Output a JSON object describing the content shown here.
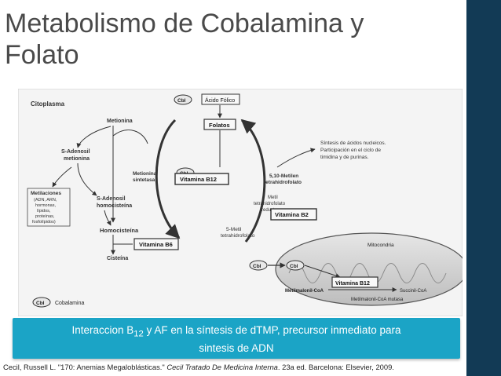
{
  "slide": {
    "title": "Metabolismo de Cobalamina y Folato",
    "colors": {
      "right_bar": "#123a55",
      "caption_bg": "#1ba4c6",
      "title_text": "#4a4a4a"
    }
  },
  "diagram": {
    "citoplasma": "Citoplasma",
    "metionina": "Metionina",
    "s_adenosil_metionina": [
      "S-Adenosil",
      "metionina"
    ],
    "s_adenosil_homocisteina": [
      "S-Adenosil",
      "homocisteína"
    ],
    "metilaciones": [
      "Metilaciones",
      "(ADN, ARN,",
      "hormonas,",
      "lípidos,",
      "proteínas,",
      "fosfolípidos)"
    ],
    "metionina_sintetasa": [
      "Metionina",
      "sintetasa"
    ],
    "homocisteina": "Homocisteína",
    "cisteina": "Cisteína",
    "vitamina_b6": "Vitamina B6",
    "vitamina_b12": "Vitamina B12",
    "vitamina_b2": "Vitamina B2",
    "cbl": "Cbl",
    "acido_folico": "Ácido Fólico",
    "folatos": "Folatos",
    "sintesis_acidos": [
      "Síntesis de ácidos nucleicos.",
      "Participación en el ciclo de",
      "timidina y de purinas."
    ],
    "metilen": [
      "5,10-Metilen",
      "tetrahidrofolato"
    ],
    "metil_reductasa": [
      "Metil",
      "tetrahidrofolato",
      "reductasa"
    ],
    "metil_5": [
      "5-Metil",
      "tetrahidrofolato"
    ],
    "mitocondria": "Mitocondria",
    "vitamina_b12_mito": "Vitamina B12",
    "succinil_coa": "Succinil-CoA",
    "metilmalonil_coa": "Metilmalonil-CoA",
    "metilmalonil_mutasa": "Metilmalonil-CoA mutasa",
    "cobalamina": "Cobalamina"
  },
  "caption": {
    "line1_prefix": "Interaccion B",
    "line1_sub": "12",
    "line1_suffix": " y AF en la síntesis de dTMP, precursor inmediato para",
    "line2": "sintesis de ADN"
  },
  "citation": {
    "prefix": "Cecil, Russell L. \"170: Anemias Megaloblásticas.\" ",
    "italic": "Cecil Tratado De Medicina Interna",
    "suffix": ". 23a ed. Barcelona: Elsevier, 2009."
  }
}
